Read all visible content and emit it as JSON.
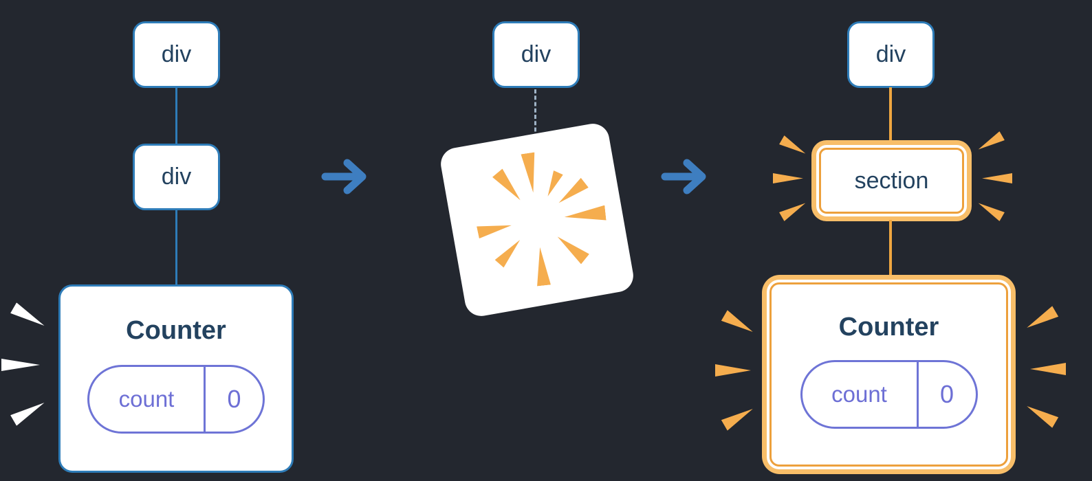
{
  "colors": {
    "background": "#23272f",
    "node_border": "#2e7cb8",
    "node_text": "#23425f",
    "arrow": "#3e7ec0",
    "connector_orange": "#efa640",
    "highlight_ring": "#f8be69",
    "highlight_border": "#eda03c",
    "burst_orange": "#f5ad4e",
    "state_purple": "#6d6fd5"
  },
  "before": {
    "root_node": "div",
    "child_node": "div",
    "component": {
      "title": "Counter",
      "state_key": "count",
      "state_value": "0"
    }
  },
  "transition": {
    "root_node": "div"
  },
  "after": {
    "root_node": "div",
    "new_node": "section",
    "component": {
      "title": "Counter",
      "state_key": "count",
      "state_value": "0"
    }
  }
}
